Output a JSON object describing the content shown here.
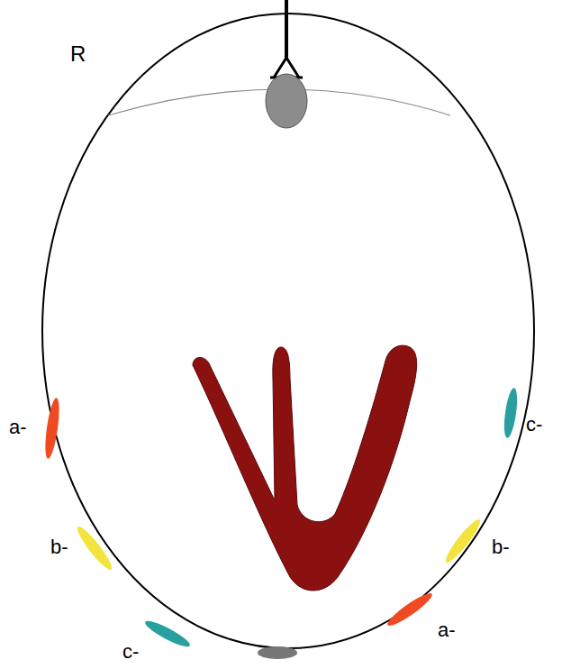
{
  "diagram": {
    "labels": [
      "R",
      "a-",
      "b-",
      "c-",
      "c-",
      "b-",
      "a-"
    ]
  }
}
